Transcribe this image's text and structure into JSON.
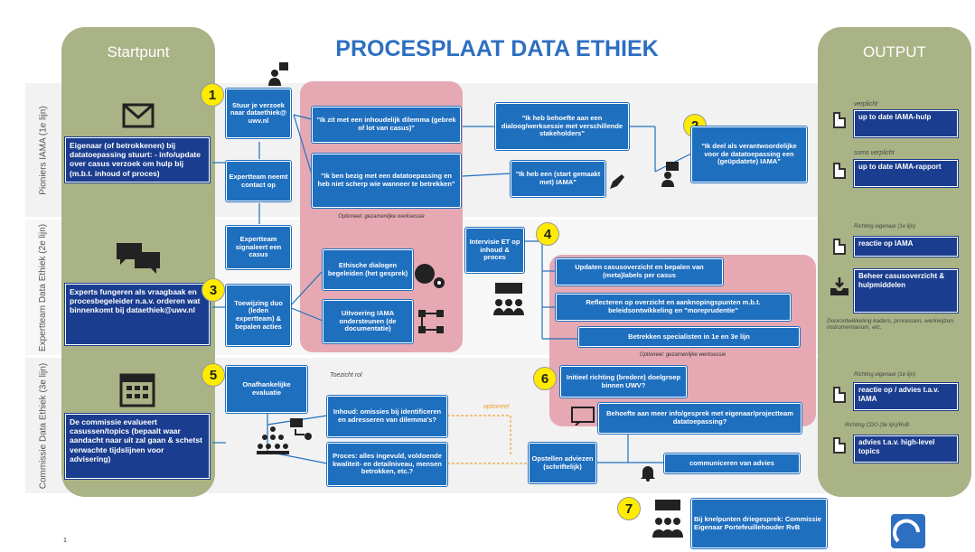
{
  "title": "PROCESPLAAT DATA ETHIEK",
  "start_header": "Startpunt",
  "output_header": "OUTPUT",
  "lanes": {
    "l1": "Pioniers IAMA (1e lijn)",
    "l2": "Expertteam Data Ethiek (2e lijn)",
    "l3": "Commissie Data Ethiek (3e lijn)"
  },
  "start": {
    "s1": "Eigenaar (of betrokkenen) bij datatoepassing stuurt: - info/update over casus verzoek om hulp bij (m.b.t. inhoud of proces)",
    "s2": "Experts fungeren als vraagbaak en procesbegeleider n.a.v. orderen wat binnenkomt bij dataethiek@uwv.nl",
    "s3": "De commissie evalueert casussen/topics (bepaalt waar aandacht naar uit zal gaan & schetst verwachte tijdslijnen voor advisering)"
  },
  "numbers": [
    "1",
    "2",
    "3",
    "4",
    "5",
    "6",
    "7"
  ],
  "boxes": {
    "b_stuur": "Stuur je verzoek naar dataethiek@ uwv.nl",
    "b_expertcontact": "Expertteam neemt contact op",
    "b_dilemma": "\"Ik zit met een inhoudelijk dilemma (gebrek of lot van casus)\"",
    "b_bezig": "\"Ik ben bezig met een datatoepassing en heb niet scherp wie wanneer te betrekken\"",
    "b_dialoog": "\"Ik heb behoefte aan een dialoog/werksessie met verschillende stakeholders\"",
    "b_start": "\"Ik heb een (start gemaakt met) IAMA\"",
    "b_deel": "\"Ik deel als verantwoordelijke voor de datatoepassing een (geüpdatete) IAMA\"",
    "b_signaleert": "Expertteam signaleert een casus",
    "b_toewijzing": "Toewijzing duo (leden expertteam) & bepalen acties",
    "b_ethische": "Ethische dialogen begeleiden (het gesprek)",
    "b_uitvoering": "Uitvoering IAMA ondersteunen (de documentatie)",
    "b_intervisie": "Intervisie ET op inhoud & proces",
    "b_updaten": "Updaten casusoverzicht en bepalen van (meta)labels per casus",
    "b_reflecteren": "Reflecteren op overzicht en aanknopingspunten m.b.t. beleidsontwikkeling en \"moreprudentie\"",
    "b_betrekken": "Betrekken specialisten in 1e en 3e lijn",
    "b_onafh": "Onafhankelijke evaluatie",
    "b_inhoud": "Inhoud: omissies bij identificeren en adresseren van dilemma's?",
    "b_proces": "Proces: alles ingevuld, voldoende kwaliteit- en detailniveau, mensen betrokken, etc.?",
    "b_opstellen": "Opstellen adviezen (schriftelijk)",
    "b_initieel": "Initieel richting (bredere) doelgroep binnen UWV?",
    "b_behoefte": "Behoefte aan meer info/gesprek met eigenaar/projectteam datatoepassing?",
    "b_communiceren": "communiceren van advies",
    "b_knelpunten": "Bij knelpunten driegesprek: Commissie Eigenaar Portefeuillehouder RvB"
  },
  "labels": {
    "pink1": "Optioneel: gezamenlijke werksessie",
    "pink2": "Optioneel: gezamenlijke werksessie",
    "toezicht": "Toezicht rol",
    "optioneel": "optioneel"
  },
  "output": {
    "o1_tag": "verplicht",
    "o1": "up to date IAMA-hulp",
    "o2_tag": "soms verplicht",
    "o2": "up to date IAMA-rapport",
    "o3_tag": "Richting eigenaar (1e lijn)",
    "o3": "reactie op IAMA",
    "o4": "Beheer casusoverzicht & hulpmiddelen",
    "o4_note": "Doorontwikkeling kaders, processen, werkwijzen, instrumentarium, etc.",
    "o5_tag": "Richting eigenaar (1e lijn)",
    "o5": "reactie op / advies t.a.v. IAMA",
    "o6_tag": "Richting CDO (3e lijn)/RvB",
    "o6": "advies t.a.v. high-level topics"
  },
  "footer_page": "1",
  "colors": {
    "blue": "#1f6fbf",
    "navy": "#1a3d8f",
    "olive": "#a9b385",
    "pink": "#e6a9b3",
    "yellow": "#ffeb00",
    "title": "#2d6fc1"
  }
}
